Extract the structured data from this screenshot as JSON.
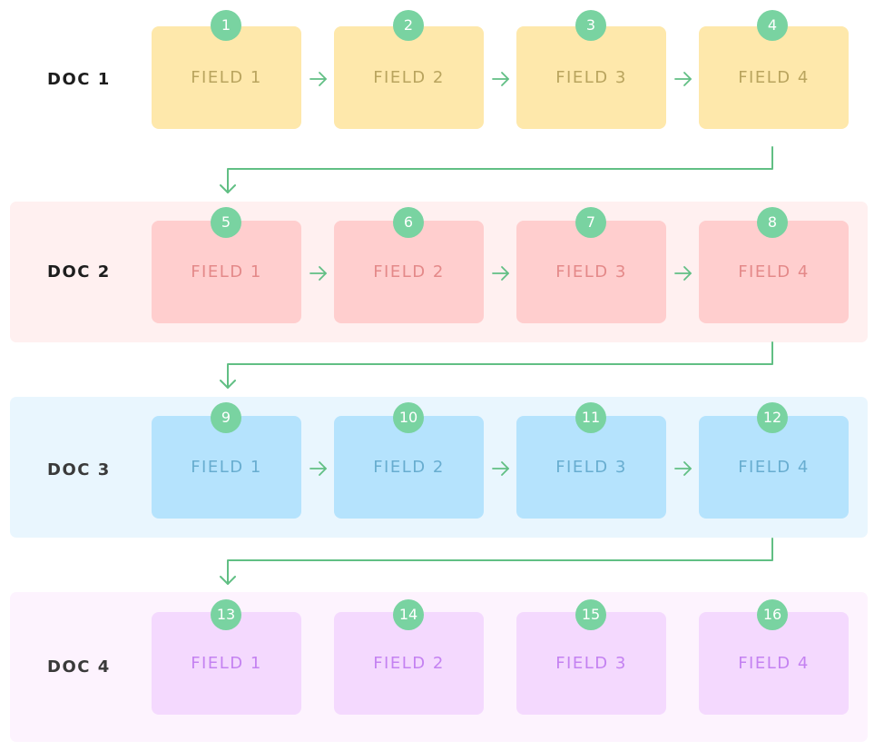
{
  "colors": {
    "badge": "#79d3a1",
    "connector": "#61bf84",
    "doc1": {
      "band": "#ffffff",
      "box": "#fee8ab",
      "text": "#b9a45e"
    },
    "doc2": {
      "band": "#fff0f0",
      "box": "#ffcece",
      "text": "#e48989"
    },
    "doc3": {
      "band": "#e9f6fe",
      "box": "#b5e3fd",
      "text": "#68add0"
    },
    "doc4": {
      "band": "#fdf3fe",
      "box": "#f4d9fe",
      "text": "#c482f1"
    }
  },
  "docs": [
    {
      "label": "DOC 1",
      "fields": [
        {
          "badge": "1",
          "label": "FIELD 1"
        },
        {
          "badge": "2",
          "label": "FIELD 2"
        },
        {
          "badge": "3",
          "label": "FIELD 3"
        },
        {
          "badge": "4",
          "label": "FIELD 4"
        }
      ]
    },
    {
      "label": "DOC 2",
      "fields": [
        {
          "badge": "5",
          "label": "FIELD 1"
        },
        {
          "badge": "6",
          "label": "FIELD 2"
        },
        {
          "badge": "7",
          "label": "FIELD 3"
        },
        {
          "badge": "8",
          "label": "FIELD 4"
        }
      ]
    },
    {
      "label": "DOC 3",
      "fields": [
        {
          "badge": "9",
          "label": "FIELD 1"
        },
        {
          "badge": "10",
          "label": "FIELD 2"
        },
        {
          "badge": "11",
          "label": "FIELD 3"
        },
        {
          "badge": "12",
          "label": "FIELD 4"
        }
      ]
    },
    {
      "label": "DOC 4",
      "fields": [
        {
          "badge": "13",
          "label": "FIELD 1"
        },
        {
          "badge": "14",
          "label": "FIELD 2"
        },
        {
          "badge": "15",
          "label": "FIELD 3"
        },
        {
          "badge": "16",
          "label": "FIELD 4"
        }
      ]
    }
  ]
}
